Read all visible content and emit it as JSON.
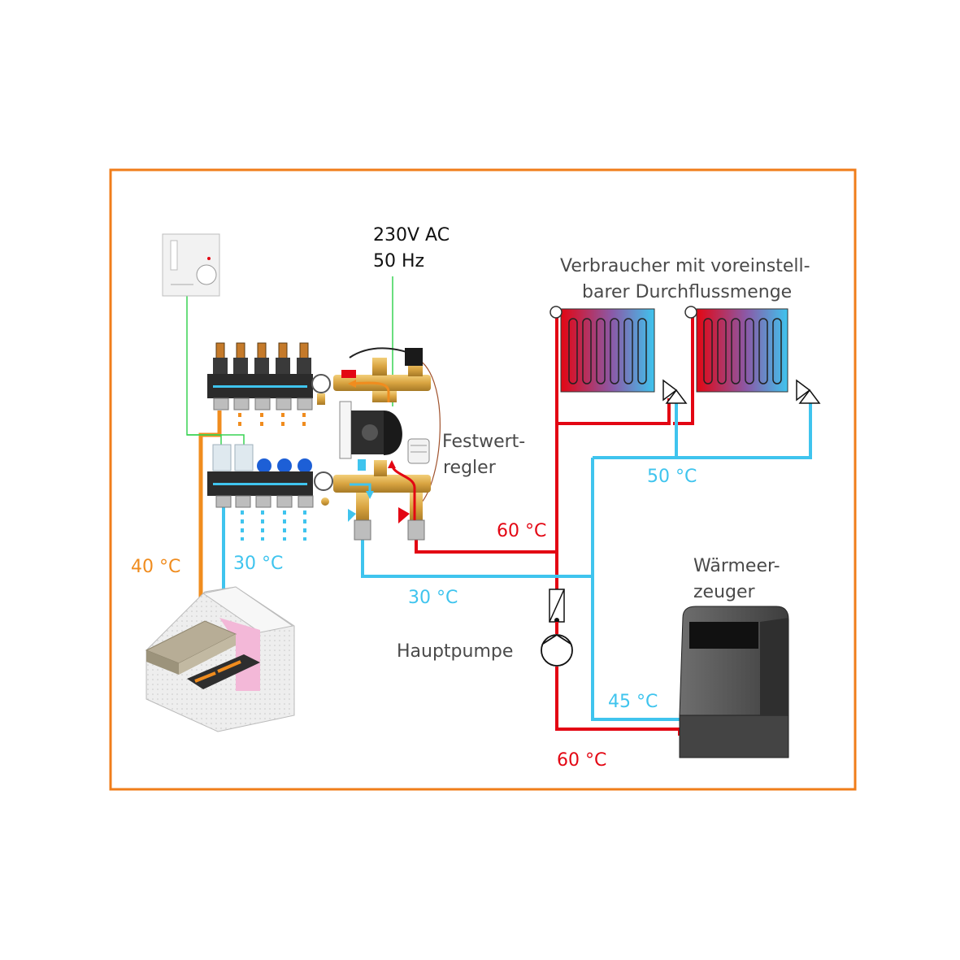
{
  "labels": {
    "power_line1": "230V AC",
    "power_line2": "50 Hz",
    "consumer_line1": "Verbraucher mit voreinstell-",
    "consumer_line2": "barer Durchflussmenge",
    "controller_line1": "Festwert-",
    "controller_line2": "regler",
    "supply_temp_upper": "60 °C",
    "return_temp_consumers": "50 °C",
    "floor_supply_temp": "40 °C",
    "floor_return_temp": "30 °C",
    "return_temp_mixer": "30 °C",
    "main_pump": "Hauptpumpe",
    "generator_line1": "Wärmeer-",
    "generator_line2": "zeuger",
    "generator_return_temp": "45 °C",
    "supply_temp_lower": "60 °C"
  },
  "colors": {
    "frame": "#f07d1a",
    "hot": "#e30613",
    "cold": "#3fc4ee",
    "floor_supply": "#f08c1e",
    "signal": "#39d353",
    "text_dark": "#111111",
    "text_gray": "#4a4a4a",
    "brass": "#d9a441",
    "manifold": "#2b2b2b",
    "boiler": "#555555"
  },
  "icons": {
    "thermostat": "room-thermostat-icon",
    "radiator": "radiator-icon",
    "valve": "thermostatic-valve-icon",
    "pump": "pump-icon",
    "check_valve": "check-valve-icon",
    "boiler": "boiler-icon",
    "floor": "underfloor-heating-icon",
    "manifold": "heating-manifold-icon"
  }
}
